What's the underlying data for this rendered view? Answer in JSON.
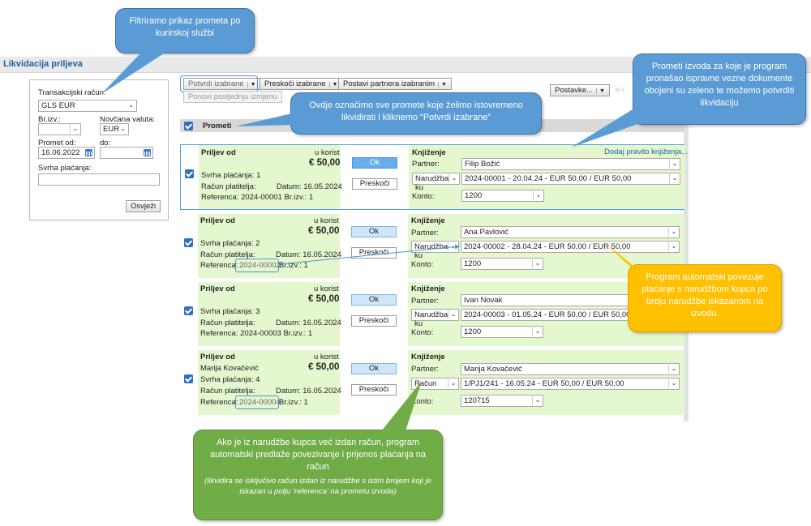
{
  "page": {
    "title": "Likvidacija priljeva"
  },
  "filter": {
    "account_label": "Transakcijski račun:",
    "account_value": "GLS EUR",
    "statement_no_label": "Br.izv.:",
    "statement_no_value": "",
    "currency_label": "Novčana valuta:",
    "currency_value": "EUR",
    "date_from_label": "Promet od:",
    "date_from_value": "16.06.2022",
    "date_to_label": "do:",
    "date_to_value": "",
    "purpose_label": "Svrha plaćanja:",
    "purpose_value": "",
    "refresh_label": "Osvježi"
  },
  "toolbar": {
    "confirm_label": "Potvrdi izabrane",
    "skip_label": "Preskoči izabrane",
    "set_partner_label": "Postavi partnera izabranim",
    "repeat_label": "Ponovi posljednju izmjenu",
    "settings_label": "Postavke..."
  },
  "grid": {
    "header": "Prometi"
  },
  "labels": {
    "inflow_from": "Priljev od",
    "in_favor": "u korist",
    "ok": "Ok",
    "skip": "Preskoči",
    "booking": "Knjiženje",
    "partner": "Partner:",
    "account": "Konto:",
    "payer_account": "Račun platitelja:",
    "add_rule": "Dodaj pravilo knjiženja..."
  },
  "rows": [
    {
      "amount": "€ 50,00",
      "purpose": "Svrha plaćanja: 1",
      "date": "Datum: 16.05.2024",
      "reference": "Referenca: 2024-00001 Br.izv.: 1",
      "partner": "Filip Božić",
      "doc_type": "Narudžba ku",
      "document": "2024-00001 - 20.04.24 - EUR 50,00 / EUR 50,00",
      "konto": "1200"
    },
    {
      "amount": "€ 50,00",
      "purpose": "Svrha plaćanja: 2",
      "date": "Datum: 16.05.2024",
      "ref_prefix": "Referenca:",
      "ref_value": "2024-00002",
      "ref_suffix": "Br.izv.: 1",
      "partner": "Ana Pavlović",
      "doc_type": "Narudžba ku",
      "document": "2024-00002 - 28.04.24 - EUR 50,00 / EUR 50,00",
      "konto": "1200"
    },
    {
      "amount": "€ 50,00",
      "purpose": "Svrha plaćanja: 3",
      "date": "Datum: 16.05.2024",
      "reference": "Referenca: 2024-00003 Br.izv.: 1",
      "partner": "Ivan Novak",
      "doc_type": "Narudžba ku",
      "document": "2024-00003 - 01.05.24 - EUR 50,00 / EUR 50,00",
      "konto": "1200"
    },
    {
      "payer_name": "Marija Kovačević",
      "amount": "€ 50,00",
      "purpose": "Svrha plaćanja: 4",
      "date": "Datum: 16.05.2024",
      "ref_prefix": "Referenca:",
      "ref_value": "2024-00004",
      "ref_suffix": "Br.izv.: 1",
      "partner": "Marija Kovačević",
      "doc_type": "Račun",
      "document": "1/PJ1/241 - 16.05.24 - EUR 50,00 / EUR 50,00",
      "konto": "120715"
    }
  ],
  "callouts": {
    "filter": "Filtriramo prikaz prometa po kurirskoj službi",
    "select": "Ovdje označimo sve promete koje želimo istovremeno likvidirati i kliknemo “Potvrdi izabrane”",
    "found": "Prometi izvoda za koje je program pronašao ispravne vezne dokumente obojeni su zeleno te možemo potvrditi likvidaciju",
    "link_order": "Program automatski povezuje plaćanje s narudžbom kupca po broju narudžbe iskazanom na izvodu.",
    "invoice_main": "Ako je iz narudžbe kupca već izdan račun, program automatski predlaže povezivanje i prijenos plaćanja na račun",
    "invoice_note": "(likvidira se isključivo račun izdan iz narudžbe s istim brojem koji je iskazan u  polju ‘referenca’ na prometu izvoda)"
  },
  "colors": {
    "match_green": "#e5f7cf",
    "accent_blue": "#5b9bd5",
    "callout_orange": "#ffc000",
    "callout_green": "#70ad47"
  }
}
